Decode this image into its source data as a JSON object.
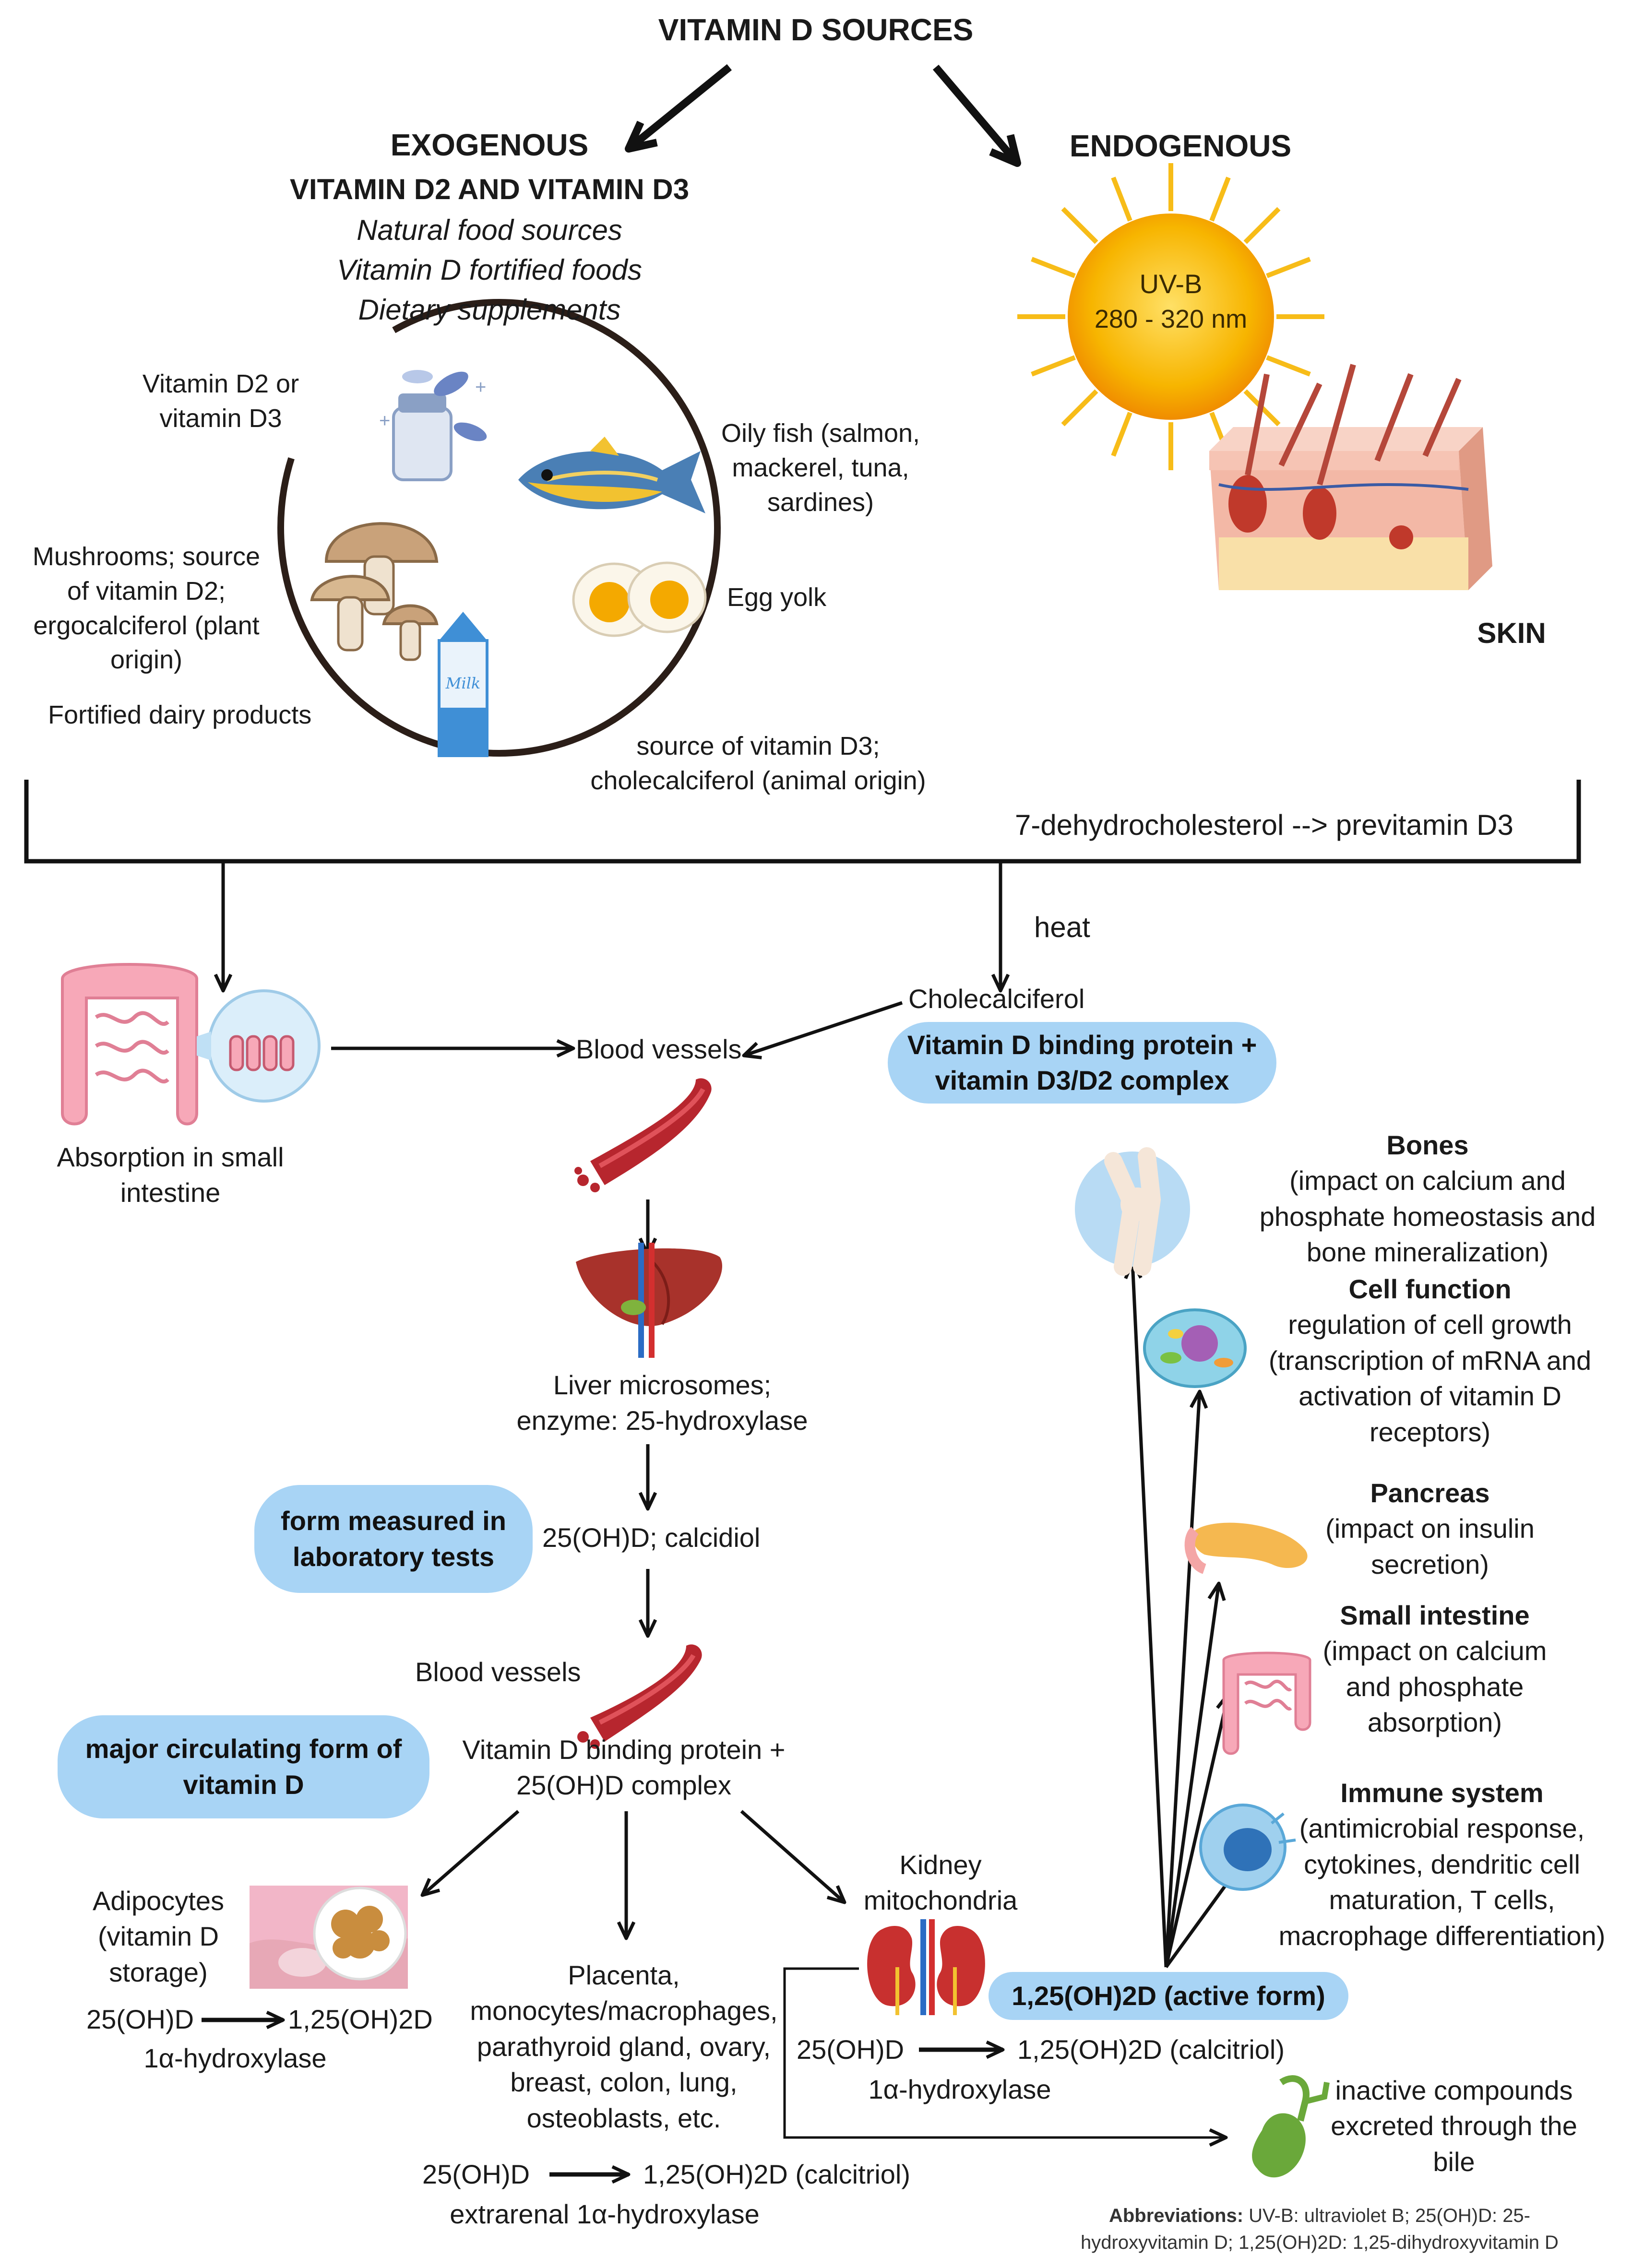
{
  "title": "VITAMIN D SOURCES",
  "exogenous": {
    "heading": "EXOGENOUS",
    "subheading": "VITAMIN D2 AND VITAMIN D3",
    "items": [
      "Natural food sources",
      "Vitamin D fortified foods",
      "Dietary supplements"
    ]
  },
  "endogenous": {
    "heading": "ENDOGENOUS",
    "sun_label": "UV-B",
    "sun_range": "280 - 320 nm",
    "skin_label": "SKIN"
  },
  "food_labels": {
    "supplements": [
      "Vitamin D2 or",
      "vitamin D3"
    ],
    "fish": [
      "Oily fish (salmon,",
      "mackerel, tuna,",
      "sardines)"
    ],
    "mushrooms": [
      "Mushrooms; source",
      "of vitamin D2;",
      "ergocalciferol (plant",
      "origin)"
    ],
    "egg": "Egg yolk",
    "dairy": "Fortified dairy products",
    "animal_source": [
      "source of vitamin D3;",
      "cholecalciferol (animal origin)"
    ]
  },
  "skin_conversion": "7-dehydrocholesterol --> previtamin D3",
  "heat": "heat",
  "cholecalciferol": "Cholecalciferol",
  "dbp_complex_pill": [
    "Vitamin D binding protein +",
    "vitamin D3/D2 complex"
  ],
  "absorption": [
    "Absorption in small",
    "intestine"
  ],
  "blood_vessels_1": "Blood vessels",
  "liver": [
    "Liver microsomes;",
    "enzyme: 25-hydroxylase"
  ],
  "measured_pill": [
    "form measured in",
    "laboratory tests"
  ],
  "calcidiol": "25(OH)D; calcidiol",
  "blood_vessels_2": "Blood vessels",
  "circulating_pill": [
    "major circulating form of",
    "vitamin D"
  ],
  "dbp_25ohd": [
    "Vitamin D binding protein +",
    "25(OH)D complex"
  ],
  "adipocytes": {
    "label": [
      "Adipocytes",
      "(vitamin D",
      "storage)"
    ],
    "from": "25(OH)D",
    "to": "1,25(OH)2D",
    "enzyme": "1α-hydroxylase"
  },
  "extrarenal": {
    "tissues": [
      "Placenta,",
      "monocytes/macrophages,",
      "parathyroid gland, ovary,",
      "breast, colon, lung,",
      "osteoblasts, etc."
    ],
    "from": "25(OH)D",
    "to": "1,25(OH)2D (calcitriol)",
    "enzyme": "extrarenal 1α-hydroxylase"
  },
  "kidney": {
    "label": [
      "Kidney",
      "mitochondria"
    ],
    "from": "25(OH)D",
    "to": "1,25(OH)2D (calcitriol)",
    "enzyme": "1α-hydroxylase"
  },
  "active_form_pill": "1,25(OH)2D (active form)",
  "targets": {
    "bones_title": "Bones",
    "bones_text": [
      "(impact on calcium and",
      "phosphate homeostasis and",
      "bone mineralization)"
    ],
    "cell_title": "Cell function",
    "cell_text": [
      "regulation of cell growth",
      "(transcription of mRNA and",
      "activation of vitamin D",
      "receptors)"
    ],
    "pancreas_title": "Pancreas",
    "pancreas_text": [
      "(impact on insulin",
      "secretion)"
    ],
    "intestine_title": "Small intestine",
    "intestine_text": [
      "(impact on calcium",
      "and phosphate",
      "absorption)"
    ],
    "immune_title": "Immune system",
    "immune_text": [
      "(antimicrobial response,",
      "cytokines, dendritic cell",
      "maturation, T cells,",
      "macrophage differentiation)"
    ]
  },
  "bile": [
    "inactive compounds",
    "excreted through the",
    "bile"
  ],
  "abbreviations": {
    "label": "Abbreviations:",
    "line1": " UV-B: ultraviolet B; 25(OH)D: 25-",
    "line2": "hydroxyvitamin D; 1,25(OH)2D: 1,25-dihydroxyvitamin D"
  },
  "colors": {
    "pill": "#a8d4f5",
    "sun": "#f7b500",
    "text": "#1a1a1a"
  }
}
